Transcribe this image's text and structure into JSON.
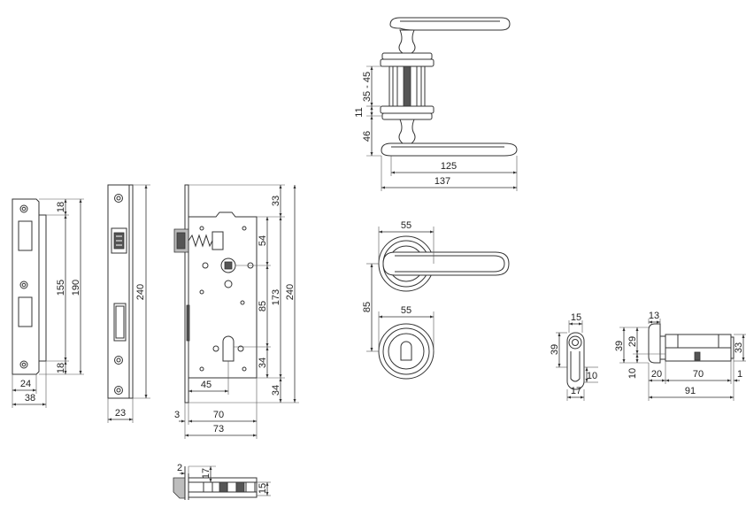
{
  "colors": {
    "line": "#333333",
    "text": "#222222",
    "background": "#ffffff"
  },
  "strike_plate": {
    "top_18": "18",
    "length_155": "155",
    "length_190": "190",
    "bottom_18": "18",
    "width_24": "24",
    "width_38": "38"
  },
  "faceplate": {
    "length_240": "240",
    "width_23": "23"
  },
  "lock_body": {
    "top_33": "33",
    "to_follower_54": "54",
    "case_173": "173",
    "total_240": "240",
    "center_85": "85",
    "lower_34": "34",
    "backset_45": "45",
    "bottom_34": "34",
    "faceplate_3": "3",
    "case_70": "70",
    "total_73": "73"
  },
  "latch_detail": {
    "dim_2": "2",
    "dim_17": "17",
    "dim_15": "15"
  },
  "handle_side": {
    "door_35_45": "35 - 45",
    "rose_11": "11",
    "height_46": "46",
    "lever_125": "125",
    "total_137": "137"
  },
  "handle_front": {
    "rose_55": "55",
    "center_85": "85",
    "escutcheon_55": "55"
  },
  "cylinder_front": {
    "top_15": "15",
    "height_39": "39",
    "bottom_10": "10",
    "width_17": "17"
  },
  "cylinder_side": {
    "turn_13": "13",
    "height_39": "39",
    "upper_29": "29",
    "diameter_33": "33",
    "lower_10": "10",
    "left_20": "20",
    "right_70": "70",
    "cap_1": "1",
    "total_91": "91"
  }
}
